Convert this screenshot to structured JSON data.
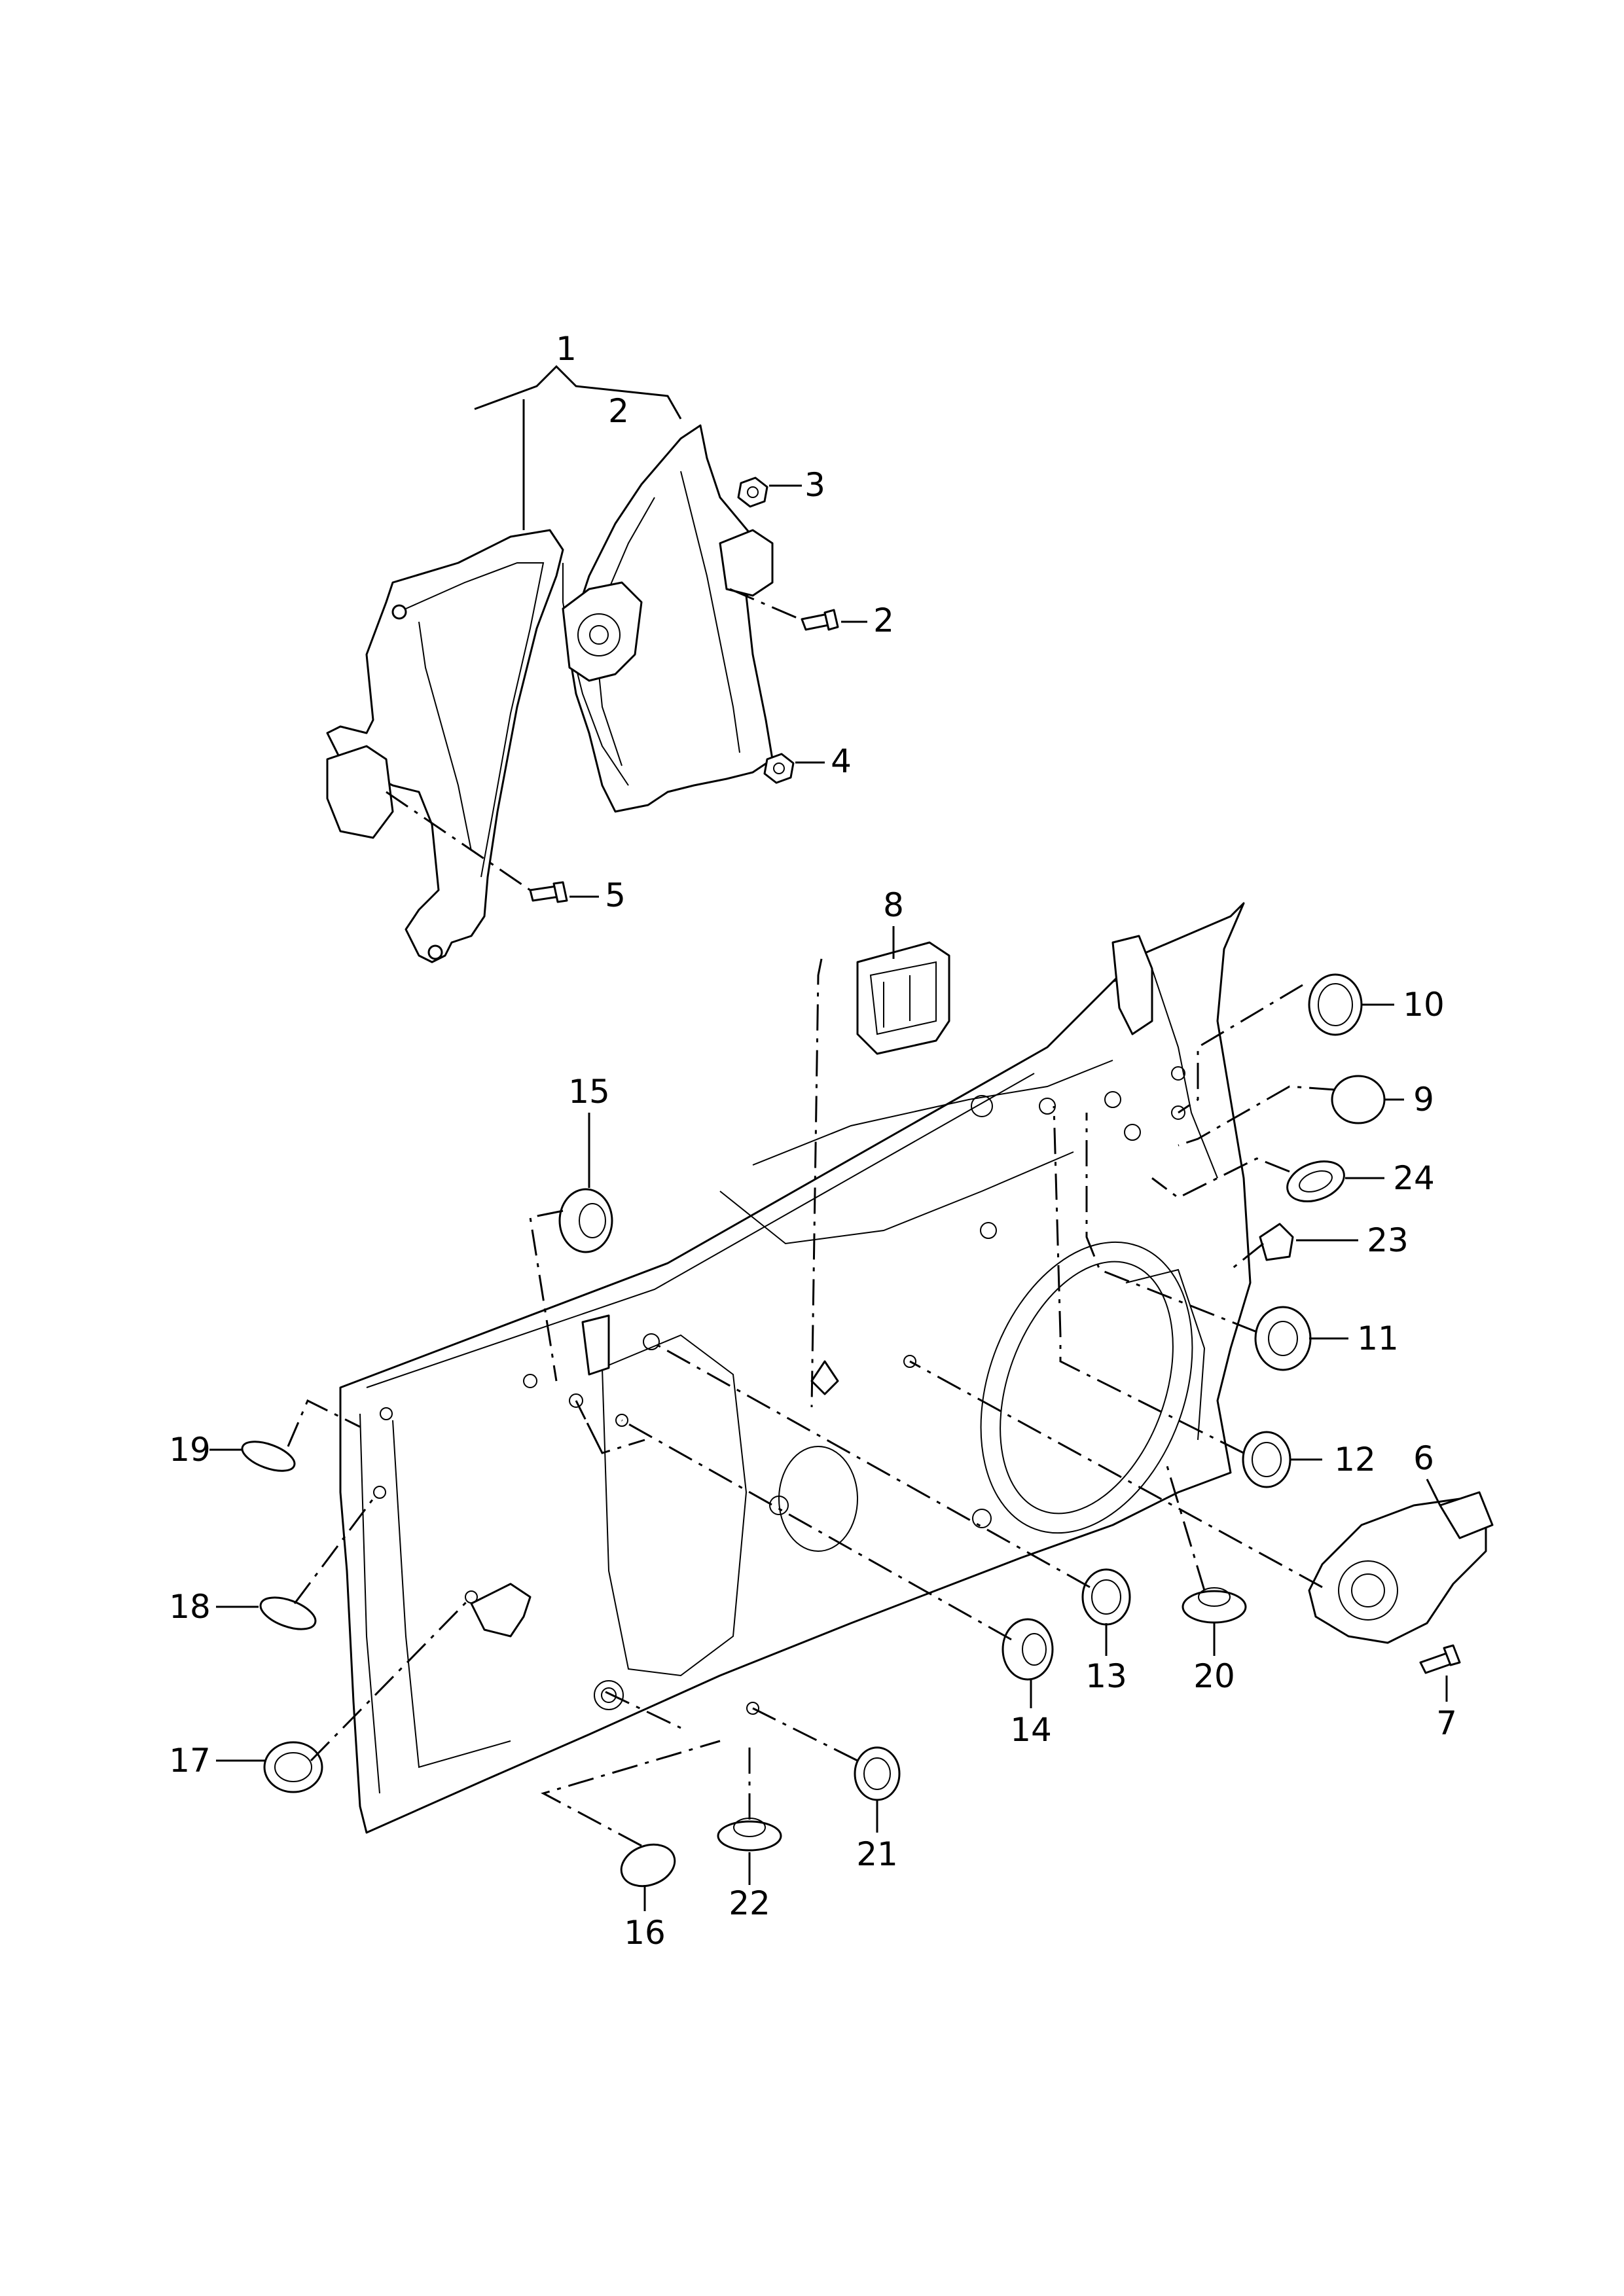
{
  "diagram": {
    "labels": {
      "p1": "1",
      "p2a": "2",
      "p2b": "2",
      "p3": "3",
      "p4": "4",
      "p5": "5",
      "p6": "6",
      "p7": "7",
      "p8": "8",
      "p9": "9",
      "p10": "10",
      "p11": "11",
      "p12": "12",
      "p13": "13",
      "p14": "14",
      "p15": "15",
      "p16": "16",
      "p17": "17",
      "p18": "18",
      "p19": "19",
      "p20": "20",
      "p21": "21",
      "p22": "22",
      "p23": "23",
      "p24": "24"
    }
  }
}
